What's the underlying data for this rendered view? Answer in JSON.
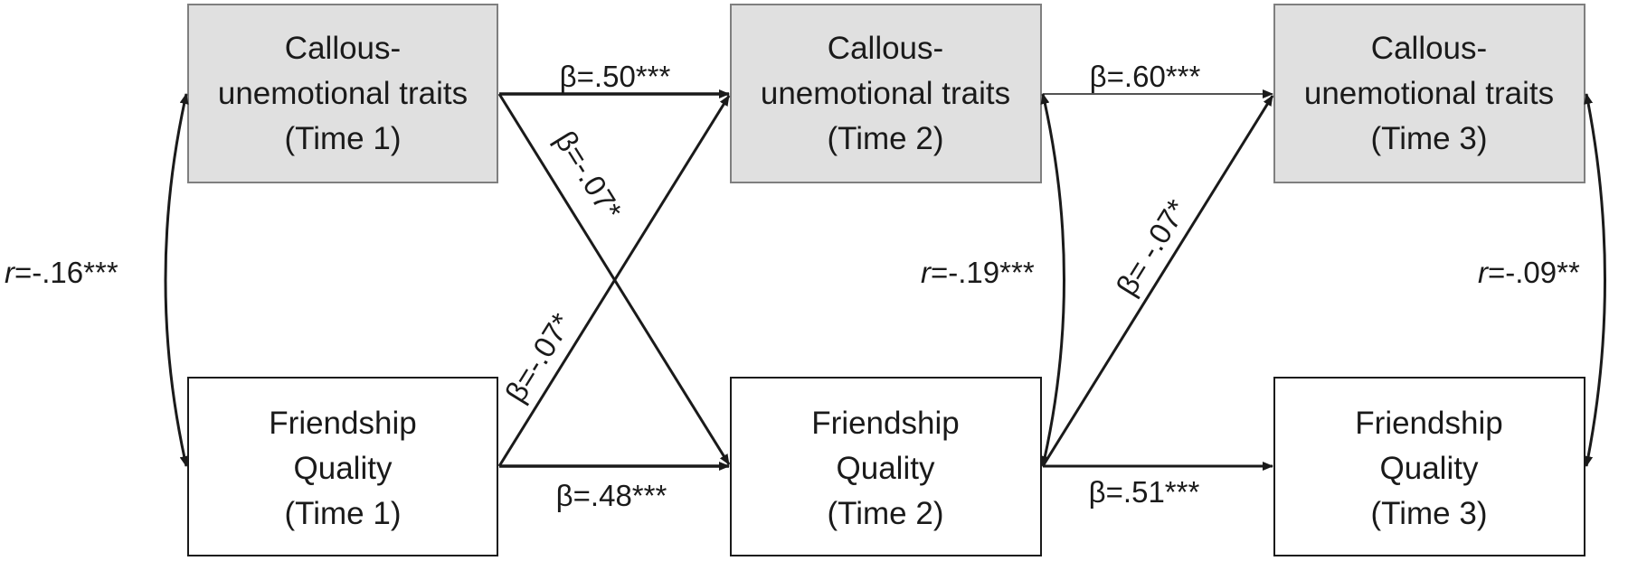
{
  "colors": {
    "cu_fill": "#e0e0e0",
    "fq_fill": "#ffffff",
    "stroke": "#7f7f7f",
    "arrow": "#1a1a1a"
  },
  "nodes": {
    "cu1": {
      "lines": [
        "Callous-",
        "unemotional traits",
        "(Time 1)"
      ]
    },
    "cu2": {
      "lines": [
        "Callous-",
        "unemotional traits",
        "(Time 2)"
      ]
    },
    "cu3": {
      "lines": [
        "Callous-",
        "unemotional traits",
        "(Time 3)"
      ]
    },
    "fq1": {
      "lines": [
        "Friendship",
        "Quality",
        "(Time 1)"
      ]
    },
    "fq2": {
      "lines": [
        "Friendship",
        "Quality",
        "(Time 2)"
      ]
    },
    "fq3": {
      "lines": [
        "Friendship",
        "Quality",
        "(Time 3)"
      ]
    }
  },
  "paths": {
    "cu1_cu2": "β=.50***",
    "cu2_cu3": "β=.60***",
    "fq1_fq2": "β=.48***",
    "fq2_fq3": "β=.51***",
    "cu1_fq2": "β=-.07*",
    "fq1_cu2": "β=-.07*",
    "fq2_cu3": "β= -.07*"
  },
  "correlations": {
    "t1": {
      "symbol": "r",
      "value": "=-.16***"
    },
    "t2": {
      "symbol": "r",
      "value": "=-.19***"
    },
    "t3": {
      "symbol": "r",
      "value": "=-.09**"
    }
  }
}
